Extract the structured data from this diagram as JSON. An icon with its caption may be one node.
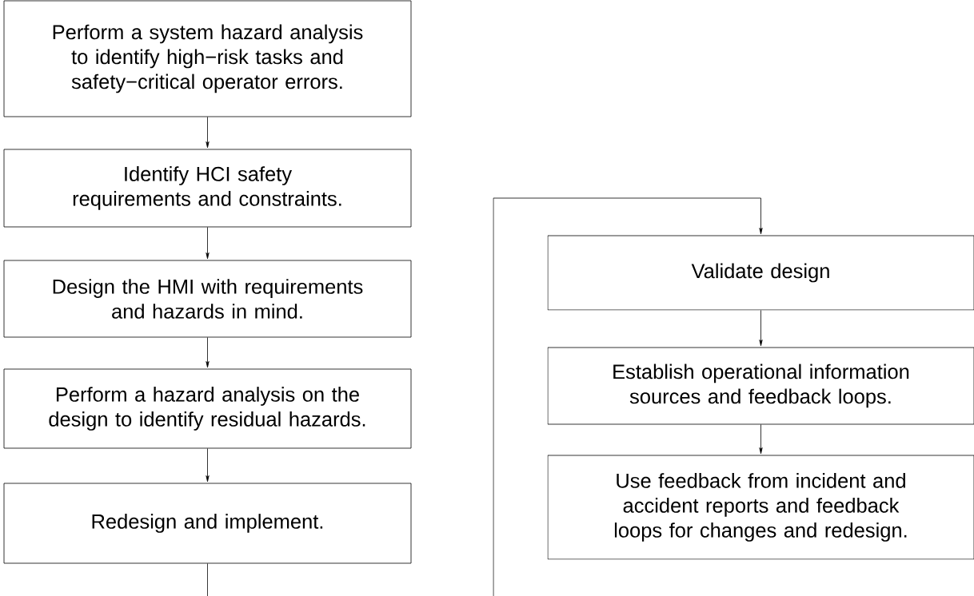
{
  "diagram": {
    "nodes": [
      {
        "text": [
          "Perform a system hazard analysis to identify high−risk tasks and safety−critical operator errors."
        ]
      },
      {
        "text": [
          "Identify HCI safety requirements and constraints."
        ]
      },
      {
        "text": [
          "Design the HMI with requirements and hazards in mind."
        ]
      },
      {
        "text": [
          "Perform a hazard analysis on the design to identify residual hazards."
        ]
      },
      {
        "text": [
          "Redesign and implement."
        ]
      },
      {
        "text": [
          "Validate design"
        ]
      },
      {
        "text": [
          "Establish operational information sources and feedback loops."
        ]
      },
      {
        "text": [
          "Use feedback from incident and accident reports and feedback loops for changes and redesign."
        ]
      }
    ],
    "edges": [
      {
        "from": 0,
        "to": 1,
        "arrow": "to"
      },
      {
        "from": 1,
        "to": 2,
        "arrow": "to"
      },
      {
        "from": 2,
        "to": 3,
        "arrow": "to"
      },
      {
        "from": 3,
        "to": 4,
        "arrow": "to"
      },
      {
        "from": 4,
        "to": null,
        "arrow": "none"
      },
      {
        "from": null,
        "to": 5,
        "arrow": "to"
      },
      {
        "from": 5,
        "to": 6,
        "arrow": "to"
      },
      {
        "from": 6,
        "to": 7,
        "arrow": "to"
      }
    ]
  }
}
